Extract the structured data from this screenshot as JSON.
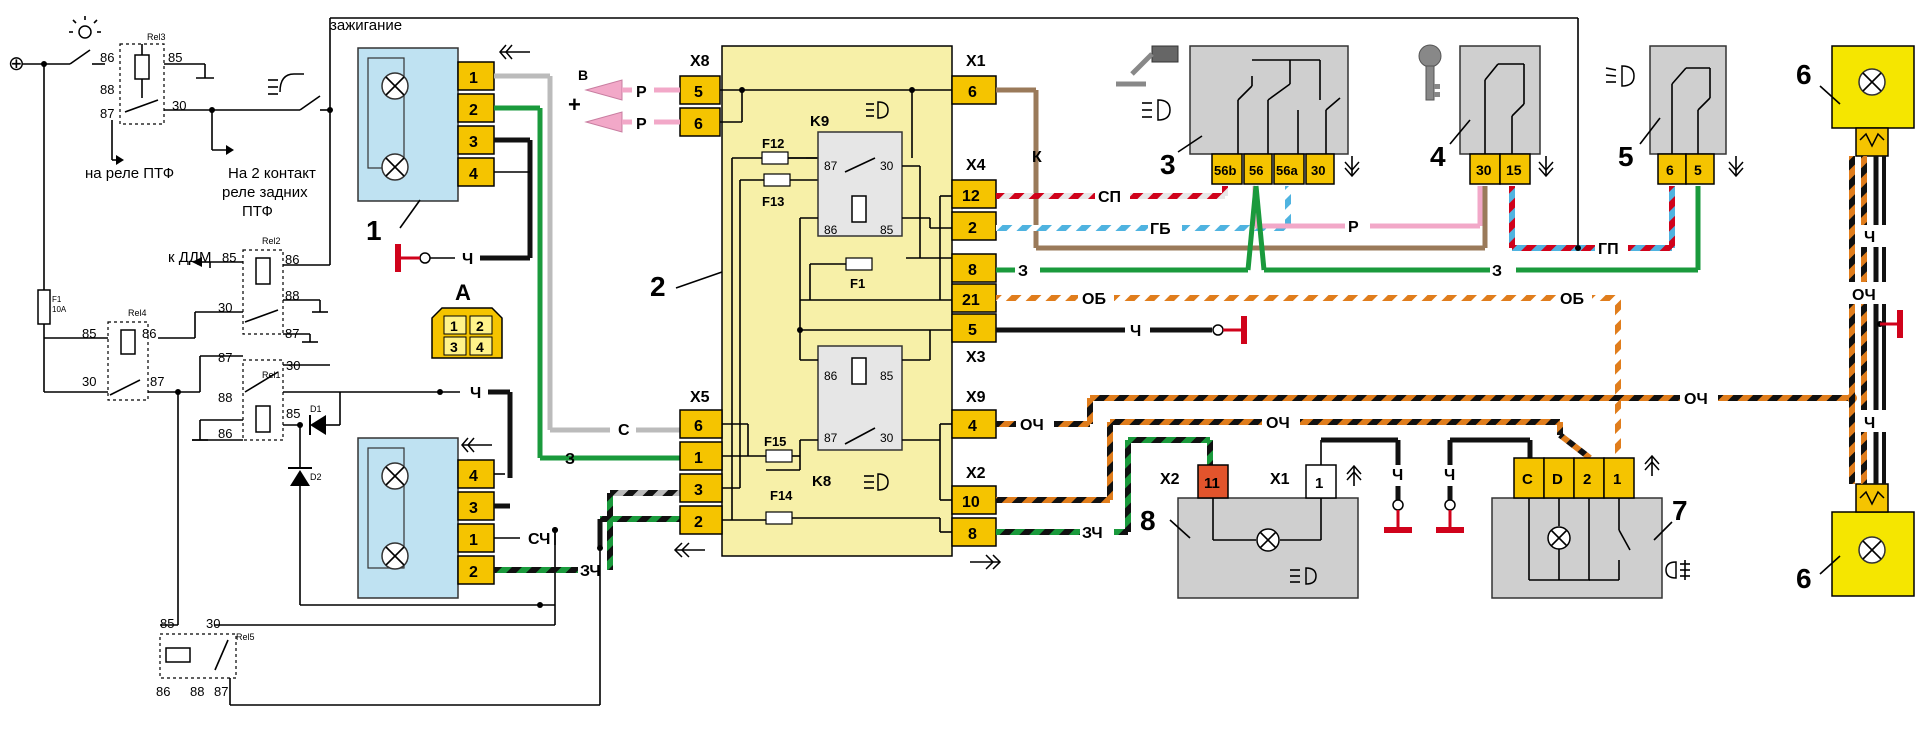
{
  "labels": {
    "ignition": "зажигание",
    "to_ptf_relay": "на реле ПТФ",
    "to_rear_ptf_line1": "На 2 контакт",
    "to_rear_ptf_line2": "реле задних",
    "to_rear_ptf_line3": "ПТФ",
    "to_ddm": "к ДДМ",
    "fuse_name": "F1",
    "fuse_rating": "10A",
    "connector_view": "А",
    "b_letter": "В",
    "plus_sign": "+",
    "plus_circle": "⊕"
  },
  "relays": {
    "rel1": "Rel1",
    "rel2": "Rel2",
    "rel3": "Rel3",
    "rel4": "Rel4",
    "rel5": "Rel5",
    "diode1": "D1",
    "diode2": "D2",
    "k8": "K8",
    "k9": "K9",
    "f1": "F1",
    "f12": "F12",
    "f13": "F13",
    "f14": "F14",
    "f15": "F15"
  },
  "relay_pins": {
    "p85": "85",
    "p86": "86",
    "p87": "87",
    "p88": "88",
    "p30": "30"
  },
  "components": {
    "c1": "1",
    "c2": "2",
    "c3": "3",
    "c4": "4",
    "c5": "5",
    "c6a": "6",
    "c6b": "6",
    "c7": "7",
    "c8": "8"
  },
  "connectors": {
    "x1": "X1",
    "x2": "X2",
    "x3": "X3",
    "x4": "X4",
    "x5": "X5",
    "x8": "X8",
    "x9": "X9",
    "x1b": "X1",
    "x2b": "X2"
  },
  "pins": {
    "lamp_top": [
      "1",
      "2",
      "3",
      "4"
    ],
    "lamp_bottom": [
      "4",
      "3",
      "1",
      "2"
    ],
    "view_a": [
      "1",
      "2",
      "3",
      "4"
    ],
    "x8": [
      "5",
      "6"
    ],
    "x1": [
      "6"
    ],
    "x4": [
      "12",
      "2",
      "8",
      "21",
      "5"
    ],
    "x9": [
      "4"
    ],
    "x2": [
      "10",
      "8"
    ],
    "x5": [
      "6",
      "1",
      "3",
      "2"
    ],
    "sw3": [
      "56b",
      "56",
      "56a",
      "30"
    ],
    "sw4": [
      "30",
      "15"
    ],
    "sw5": [
      "6",
      "5"
    ],
    "c8_x2": "11",
    "c8_x1": "1",
    "c7": [
      "C",
      "D",
      "2",
      "1"
    ]
  },
  "wire_codes": {
    "ch": "Ч",
    "s": "С",
    "z": "З",
    "sch": "СЧ",
    "zch": "ЗЧ",
    "p": "Р",
    "k": "К",
    "sp": "СП",
    "gb": "ГБ",
    "gp": "ГП",
    "ob": "ОБ",
    "och": "ОЧ"
  },
  "colors": {
    "yellow_block": "#f7f0a8",
    "pin_yellow": "#f5c400",
    "lamp_blue": "#bfe2f2",
    "switch_gray": "#cfcfcf",
    "green_wire": "#1a9a3c",
    "brown_wire": "#9a7a5a",
    "pink_wire": "#f2a8c8",
    "orange_wire": "#e07d1c",
    "red_ground": "#d0021b",
    "pin_red": "#e2542c"
  }
}
